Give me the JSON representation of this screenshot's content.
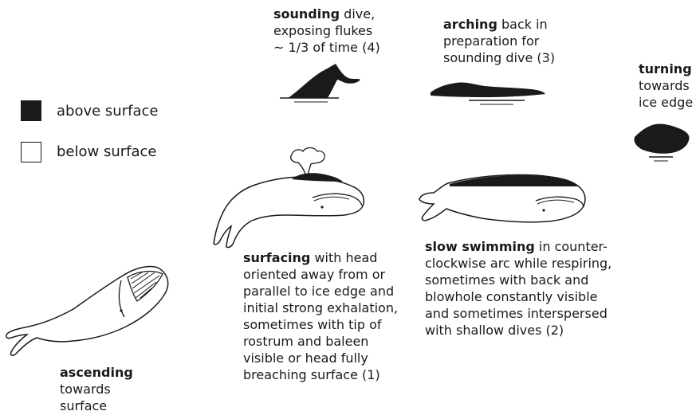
{
  "legend": {
    "above_label": "above surface",
    "below_label": "below surface",
    "above_color": "#1a1a1a",
    "below_color": "#ffffff"
  },
  "stages": {
    "sounding": {
      "bold": "sounding",
      "lines": [
        " dive,",
        "exposing flukes",
        "~ 1/3 of time (4)"
      ]
    },
    "arching": {
      "bold": "arching",
      "lines": [
        " back in",
        "preparation for",
        "sounding dive (3)"
      ]
    },
    "turning": {
      "bold": "turning",
      "lines": [
        "towards",
        "ice edge"
      ]
    },
    "slow_swimming": {
      "bold": "slow swimming",
      "lines": [
        " in counter-",
        "clockwise arc while respiring,",
        "sometimes with back and",
        "blowhole constantly visible",
        "and sometimes interspersed",
        "with shallow dives (2)"
      ]
    },
    "surfacing": {
      "bold": "surfacing",
      "lines": [
        " with head",
        "oriented away from or",
        "parallel to ice edge and",
        "initial strong exhalation,",
        "sometimes with tip of",
        "rostrum and baleen",
        "visible or head fully",
        "breaching surface (1)"
      ]
    },
    "ascending": {
      "bold": "ascending",
      "lines": [
        "towards",
        "surface"
      ]
    }
  }
}
